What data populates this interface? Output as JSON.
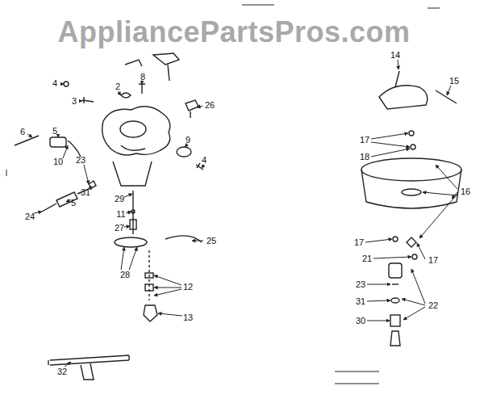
{
  "diagram": {
    "labels": [
      "AppliancePartsPros.com",
      "8",
      "4",
      "2",
      "3",
      "26",
      "5",
      "6",
      "9",
      "10",
      "23",
      "4",
      "31",
      "29",
      "5",
      "11",
      "24",
      "27",
      "25",
      "28",
      "12",
      "13",
      "32",
      "14",
      "15",
      "17",
      "18",
      "16",
      "17",
      "21",
      "17",
      "22",
      "23",
      "31",
      "30"
    ]
  }
}
